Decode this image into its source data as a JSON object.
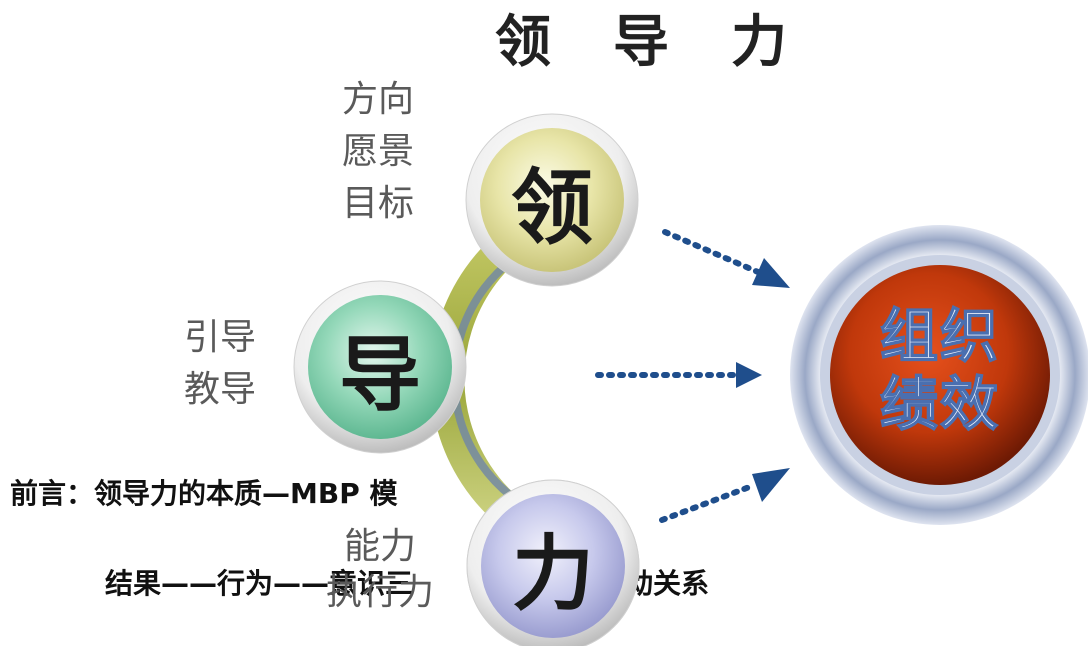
{
  "title": "领导力",
  "labels": {
    "top": [
      "方向",
      "愿景",
      "目标"
    ],
    "middle": [
      "引导",
      "教导"
    ],
    "bottom": [
      "能力",
      "执行力"
    ]
  },
  "circles": {
    "top": "领",
    "middle": "导",
    "bottom": "力"
  },
  "outcome": {
    "line1": "组织",
    "line2": "绩效"
  },
  "footer": {
    "foreword": "前言：领导力的本质—MBP 模",
    "relation": "结果——行为——意识三",
    "relation_tail": "动关系"
  },
  "colors": {
    "top_circle": "#e6e3a0",
    "middle_circle": "#8fd3b4",
    "bottom_circle": "#c6c9ea",
    "outcome_core": "#c23a0e",
    "arrow": "#1f4e8c"
  }
}
